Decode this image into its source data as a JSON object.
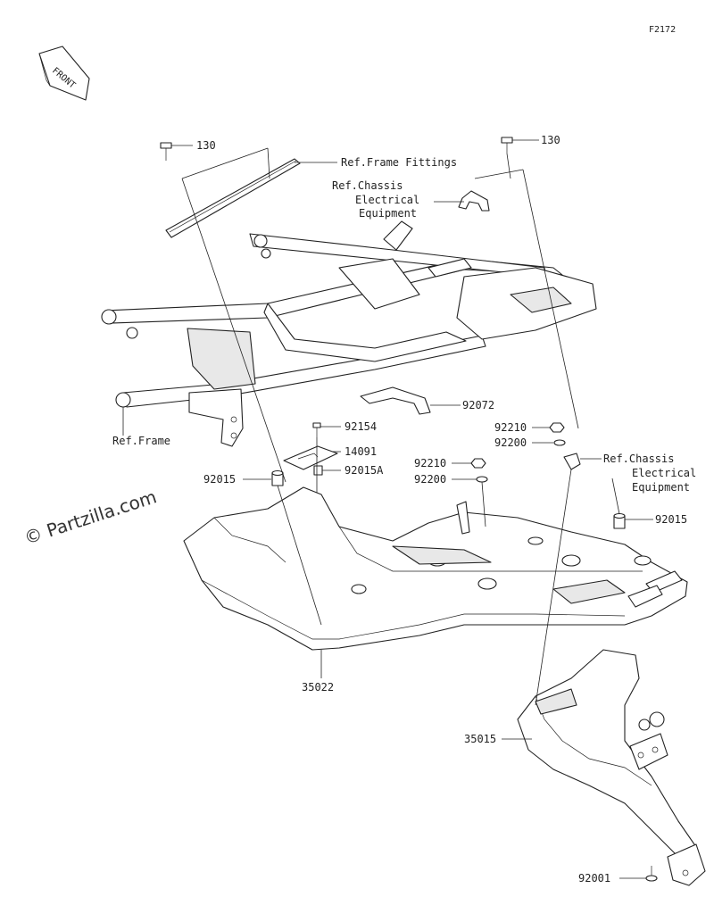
{
  "figure_code": "F2172",
  "watermark": "© Partzilla.com",
  "front_badge": "FRONT",
  "labels": {
    "bolt_130_left": "130",
    "bolt_130_right": "130",
    "ref_frame_fittings": "Ref.Frame Fittings",
    "ref_chassis_top_1": "Ref.Chassis",
    "ref_chassis_top_2": "Electrical",
    "ref_chassis_top_3": "Equipment",
    "ref_frame": "Ref.Frame",
    "p92072": "92072",
    "p92154": "92154",
    "p14091": "14091",
    "p92015_left": "92015",
    "p92015A": "92015A",
    "p92210_mid": "92210",
    "p92200_mid": "92200",
    "p92210_right": "92210",
    "p92200_right": "92200",
    "ref_chassis_right_1": "Ref.Chassis",
    "ref_chassis_right_2": "Electrical",
    "ref_chassis_right_3": "Equipment",
    "p92015_right": "92015",
    "p35022": "35022",
    "p35015": "35015",
    "p92001": "92001"
  }
}
